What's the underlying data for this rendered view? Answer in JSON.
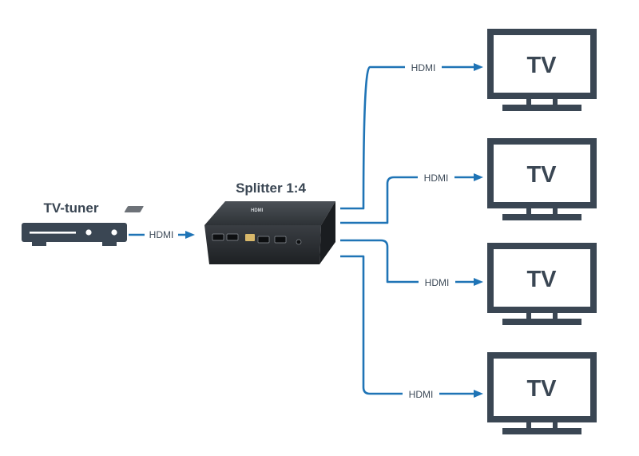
{
  "source": {
    "label": "TV-tuner",
    "link_label": "HDMI"
  },
  "splitter": {
    "label": "Splitter 1:4",
    "brand_text": "HDMI"
  },
  "outputs": [
    {
      "label": "TV",
      "link_label": "HDMI"
    },
    {
      "label": "TV",
      "link_label": "HDMI"
    },
    {
      "label": "TV",
      "link_label": "HDMI"
    },
    {
      "label": "TV",
      "link_label": "HDMI"
    }
  ],
  "colors": {
    "wire": "#1f74b6",
    "device": "#3a4653",
    "splitter_body": "#2d3135"
  },
  "icons": {
    "source": "set-top-box-icon",
    "splitter": "hdmi-splitter-icon",
    "output": "tv-monitor-icon"
  }
}
